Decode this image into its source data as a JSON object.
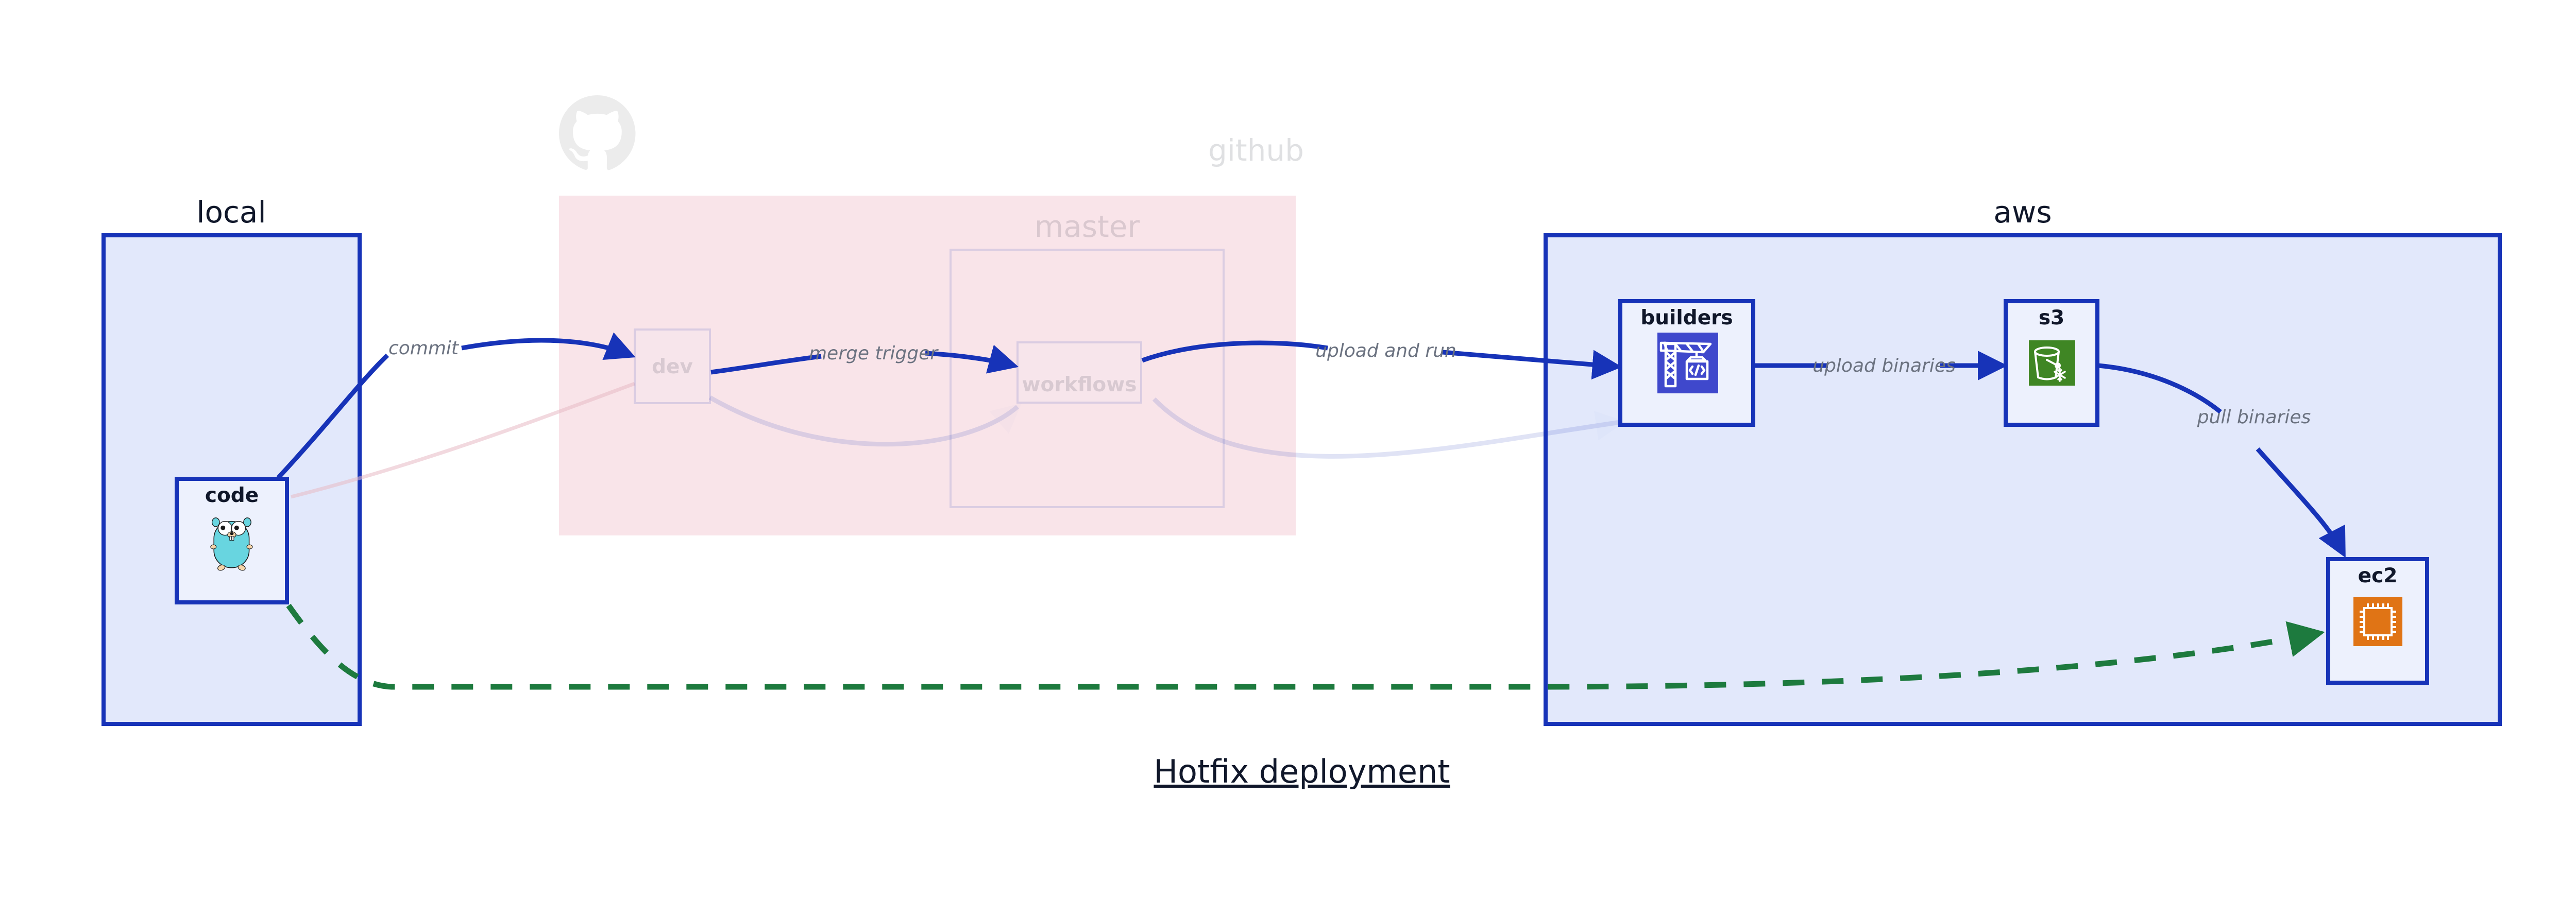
{
  "diagram": {
    "title": "Hotfix deployment",
    "colors": {
      "container_stroke": "#1733b8",
      "container_fill": "#e2e8fb",
      "github_fill": "#f9e4e9",
      "node_fill": "#edf1fd",
      "edge_blue": "#1733b8",
      "edge_green": "#1d7a3e",
      "edge_label_gray": "#6b7280",
      "label_dark": "#10172a",
      "builders_icon_bg": "#3f48cc",
      "s3_icon_bg": "#3f8624",
      "ec2_icon_bg": "#e07415",
      "gopher_body": "#68d5e0",
      "octocat_gray": "#e4e4e4"
    },
    "groups": [
      {
        "id": "local",
        "label": "local",
        "faded": false
      },
      {
        "id": "github",
        "label": "github",
        "faded": true
      },
      {
        "id": "master",
        "label": "master",
        "faded": true
      },
      {
        "id": "aws",
        "label": "aws",
        "faded": false
      }
    ],
    "nodes": [
      {
        "id": "code",
        "label": "code",
        "icon": "go-gopher-icon",
        "group": "local",
        "faded": false
      },
      {
        "id": "dev",
        "label": "dev",
        "icon": "none",
        "group": "github",
        "faded": true
      },
      {
        "id": "workflows",
        "label": "workflows",
        "icon": "none",
        "group": "master",
        "faded": true
      },
      {
        "id": "builders",
        "label": "builders",
        "icon": "crane-code-icon",
        "group": "aws",
        "faded": false
      },
      {
        "id": "s3",
        "label": "s3",
        "icon": "s3-bucket-icon",
        "group": "aws",
        "faded": false
      },
      {
        "id": "ec2",
        "label": "ec2",
        "icon": "cpu-chip-icon",
        "group": "aws",
        "faded": false
      }
    ],
    "edges": [
      {
        "id": "code-dev",
        "from": "code",
        "to": "dev",
        "label": "commit",
        "style": "solid",
        "color": "blue",
        "faded": false
      },
      {
        "id": "dev-workflows",
        "from": "dev",
        "to": "workflows",
        "label": "merge trigger",
        "style": "solid",
        "color": "blue",
        "faded": false
      },
      {
        "id": "wf-builders",
        "from": "workflows",
        "to": "builders",
        "label": "upload and run",
        "style": "solid",
        "color": "blue",
        "faded": false
      },
      {
        "id": "builders-s3",
        "from": "builders",
        "to": "s3",
        "label": "upload binaries",
        "style": "solid",
        "color": "blue",
        "faded": false
      },
      {
        "id": "s3-ec2",
        "from": "s3",
        "to": "ec2",
        "label": "pull binaries",
        "style": "solid",
        "color": "blue",
        "faded": false
      },
      {
        "id": "code-ec2",
        "from": "code",
        "to": "ec2",
        "label": "",
        "style": "dashed",
        "color": "green",
        "faded": false
      },
      {
        "id": "code-dev-faded",
        "from": "code",
        "to": "dev",
        "label": "",
        "style": "solid",
        "color": "pink",
        "faded": true
      },
      {
        "id": "dev-wf-faded",
        "from": "dev",
        "to": "workflows",
        "label": "",
        "style": "solid",
        "color": "violet",
        "faded": true
      },
      {
        "id": "wf-build-faded",
        "from": "workflows",
        "to": "builders",
        "label": "",
        "style": "solid",
        "color": "violet",
        "faded": true
      }
    ],
    "icons": {
      "github_logo": "github-octocat-icon"
    }
  }
}
